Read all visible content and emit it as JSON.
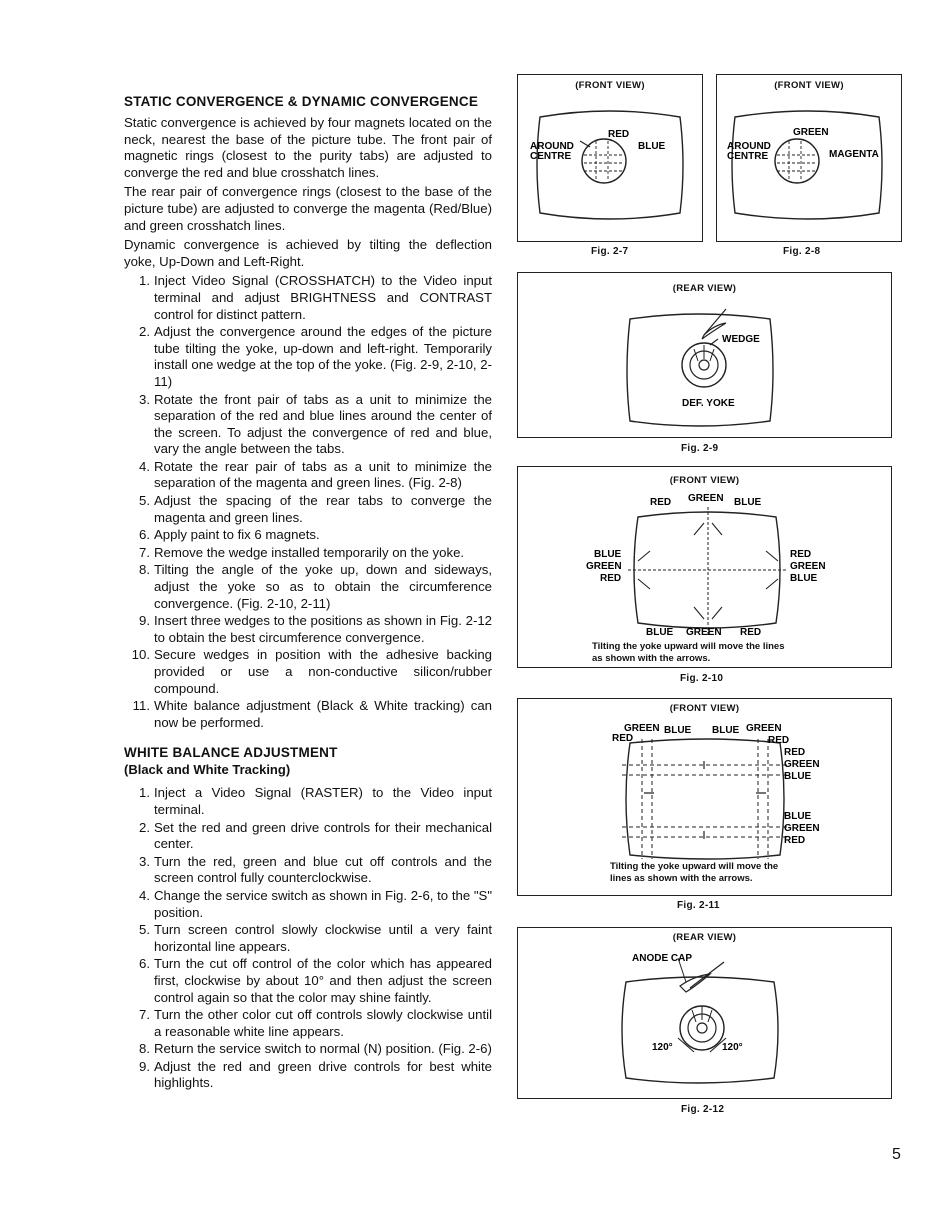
{
  "left": {
    "heading1": "STATIC CONVERGENCE & DYNAMIC CONVERGENCE",
    "para1": "Static convergence is achieved by four magnets located on the neck, nearest the base of the picture tube. The front pair of magnetic rings (closest to the purity tabs) are adjusted to converge the red and blue crosshatch lines.",
    "para2": "The rear pair of convergence rings (closest to the base of the picture tube) are adjusted to converge the magenta (Red/Blue) and green crosshatch lines.",
    "para3": "Dynamic convergence is achieved by tilting the deflection yoke, Up-Down and Left-Right.",
    "steps1": [
      {
        "n": "1.",
        "t": "Inject Video Signal (CROSSHATCH) to the Video input terminal and adjust BRIGHTNESS and CONTRAST control for distinct pattern."
      },
      {
        "n": "2.",
        "t": "Adjust the convergence around the edges of the picture tube tilting the yoke, up-down and left-right. Temporarily install one wedge at the top of the yoke. (Fig. 2-9, 2-10, 2-11)"
      },
      {
        "n": "3.",
        "t": "Rotate the front pair of tabs as a unit to minimize the separation of the red and blue lines around the center of the screen. To adjust the convergence of red and blue, vary the angle between the tabs."
      },
      {
        "n": "4.",
        "t": "Rotate the rear pair of tabs as a unit to minimize the separation of the magenta and green lines. (Fig. 2-8)"
      },
      {
        "n": "5.",
        "t": "Adjust the spacing of the rear tabs to converge the magenta and green lines."
      },
      {
        "n": "6.",
        "t": "Apply paint to fix 6 magnets."
      },
      {
        "n": "7.",
        "t": "Remove the wedge installed temporarily on the yoke."
      },
      {
        "n": "8.",
        "t": "Tilting the angle of the yoke up, down and sideways, adjust the yoke so as to obtain the circumference convergence. (Fig. 2-10, 2-11)"
      },
      {
        "n": "9.",
        "t": "Insert three wedges to the positions as shown in Fig. 2-12 to obtain the best circumference convergence."
      },
      {
        "n": "10.",
        "t": "Secure wedges in position with the adhesive backing provided or use a non-conductive silicon/rubber compound."
      },
      {
        "n": "11.",
        "t": "White balance adjustment (Black & White tracking) can now be performed."
      }
    ],
    "heading2": "WHITE BALANCE ADJUSTMENT",
    "heading2_sub": "(Black and White Tracking)",
    "steps2": [
      {
        "n": "1.",
        "t": "Inject a Video Signal (RASTER) to the Video input terminal."
      },
      {
        "n": "2.",
        "t": "Set the red and green drive controls for their mechanical center."
      },
      {
        "n": "3.",
        "t": "Turn the red, green and blue cut off controls and the screen control fully counterclockwise."
      },
      {
        "n": "4.",
        "t": "Change the service switch as shown in Fig. 2-6, to the \"S\" position."
      },
      {
        "n": "5.",
        "t": "Turn screen control slowly clockwise until a very faint horizontal line appears."
      },
      {
        "n": "6.",
        "t": "Turn the cut off control of the color which has appeared first, clockwise by about 10° and then adjust the screen control again so that the color may shine faintly."
      },
      {
        "n": "7.",
        "t": "Turn the other color cut off controls slowly clockwise until a reasonable white line appears."
      },
      {
        "n": "8.",
        "t": "Return the service switch to normal (N) position. (Fig. 2-6)"
      },
      {
        "n": "9.",
        "t": "Adjust the red and green drive controls for best white highlights."
      }
    ]
  },
  "figures": {
    "fig27": {
      "view": "(FRONT VIEW)",
      "red": "RED",
      "blue": "BLUE",
      "around": "AROUND",
      "centre": "CENTRE",
      "caption": "Fig. 2-7"
    },
    "fig28": {
      "view": "(FRONT VIEW)",
      "green": "GREEN",
      "magenta": "MAGENTA",
      "around": "AROUND",
      "centre": "CENTRE",
      "caption": "Fig. 2-8"
    },
    "fig29": {
      "view": "(REAR VIEW)",
      "wedge": "WEDGE",
      "defyoke": "DEF. YOKE",
      "caption": "Fig. 2-9"
    },
    "fig210": {
      "view": "(FRONT VIEW)",
      "red": "RED",
      "green": "GREEN",
      "blue": "BLUE",
      "note1": "Tilting the yoke upward will move the lines",
      "note2": "as shown with the arrows.",
      "caption": "Fig. 2-10"
    },
    "fig211": {
      "view": "(FRONT VIEW)",
      "red": "RED",
      "green": "GREEN",
      "blue": "BLUE",
      "note1": "Tilting the yoke upward will move the",
      "note2": "lines as shown with the arrows.",
      "caption": "Fig. 2-11"
    },
    "fig212": {
      "view": "(REAR VIEW)",
      "anode": "ANODE CAP",
      "angle": "120°",
      "caption": "Fig. 2-12"
    }
  },
  "page_number": "5"
}
